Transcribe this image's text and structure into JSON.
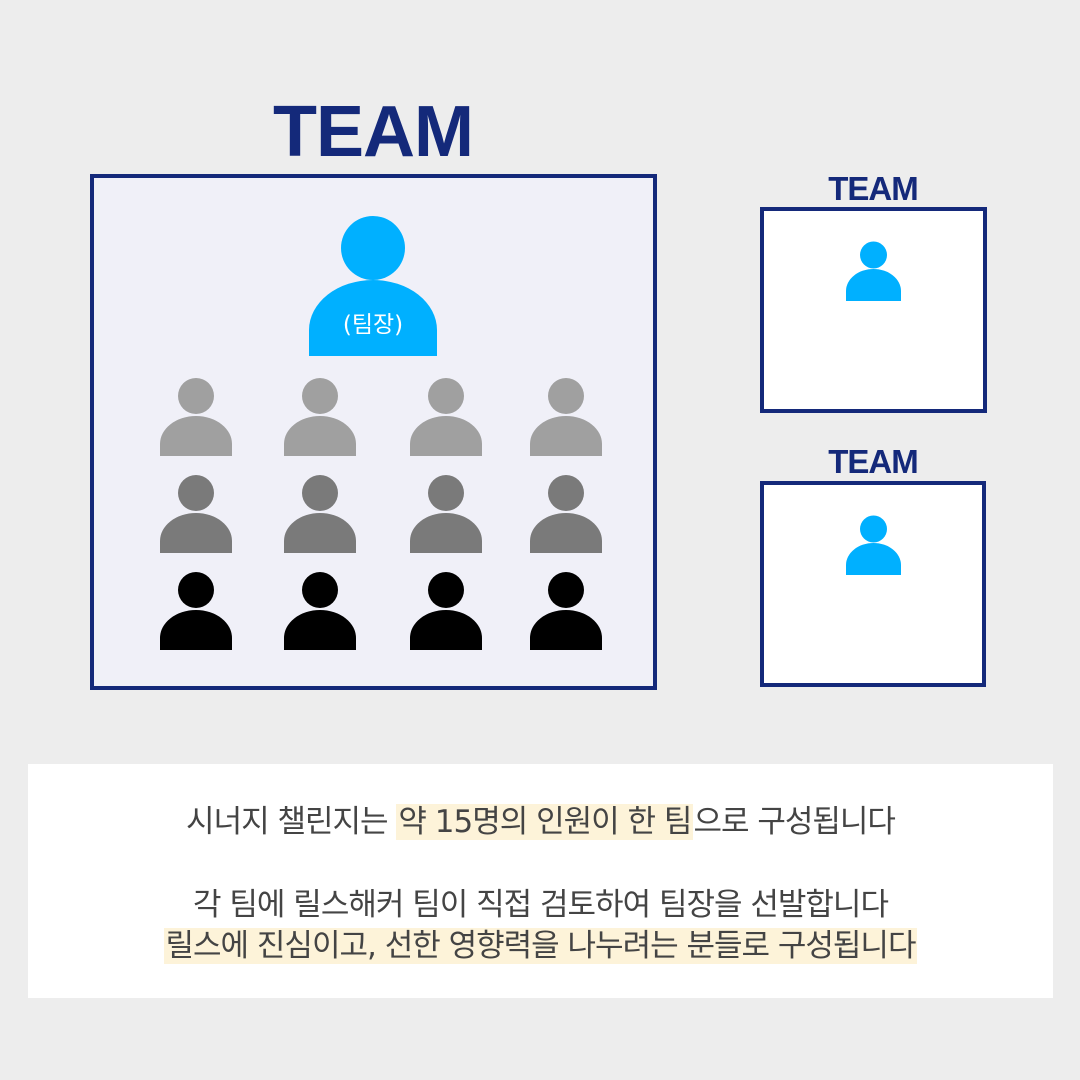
{
  "diagram": {
    "main_team": {
      "title": "TEAM",
      "leader_label": "(팀장)",
      "member_rows": 3,
      "members_per_row": 4,
      "row_colors": [
        "#a0a0a0",
        "#7a7a7a",
        "#000000"
      ],
      "leader_color": "#00b0ff"
    },
    "side_teams": [
      {
        "title": "TEAM"
      },
      {
        "title": "TEAM"
      }
    ],
    "colors": {
      "accent": "#14297a",
      "leader": "#00b0ff",
      "highlight": "#fdf3d9"
    }
  },
  "caption": {
    "line1": {
      "before": "시너지 챌린지는 ",
      "highlight": "약 15명의 인원이 한 팀",
      "after": "으로 구성됩니다"
    },
    "line2": "각 팀에 릴스해커 팀이 직접 검토하여 팀장을 선발합니다",
    "line3": "릴스에 진심이고, 선한 영향력을 나누려는 분들로 구성됩니다"
  }
}
